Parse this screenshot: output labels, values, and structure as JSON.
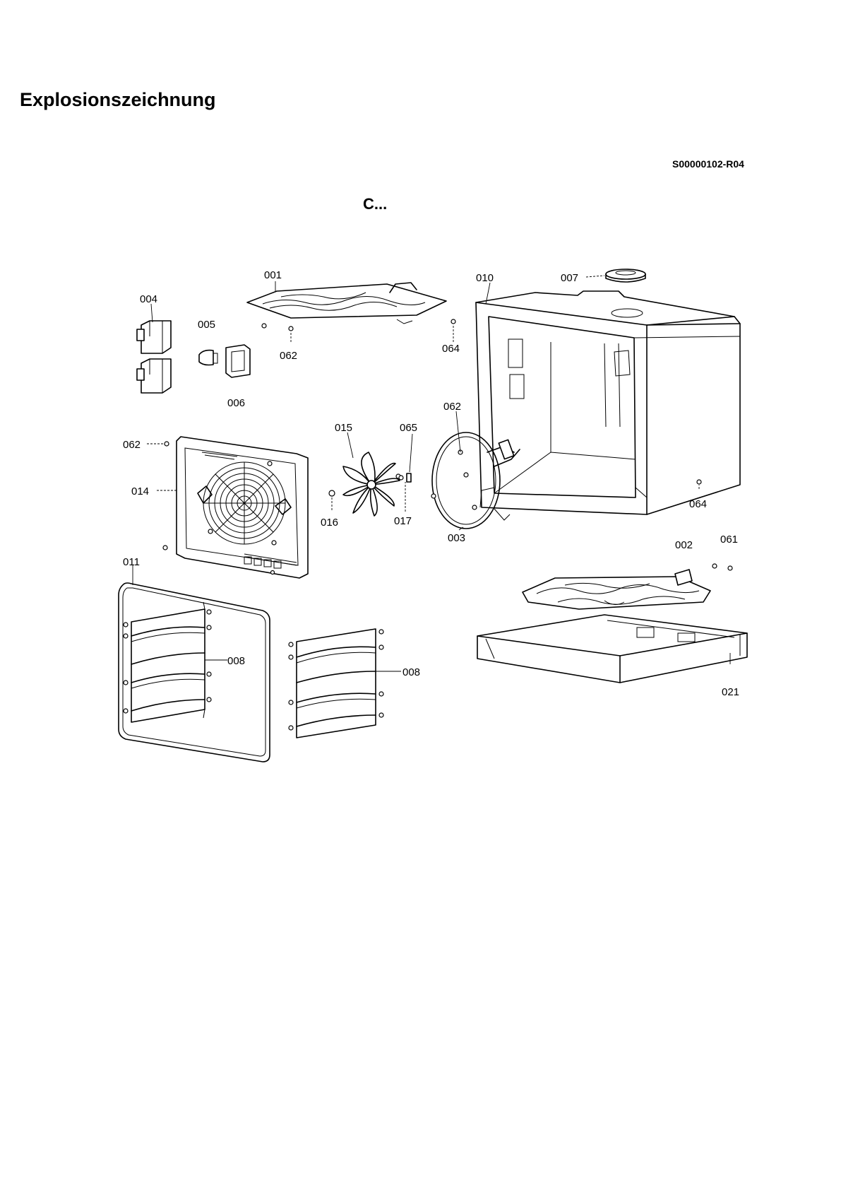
{
  "header": {
    "title": "Explosionszeichnung",
    "document_id": "S00000102-R04",
    "model": "C..."
  },
  "diagram": {
    "parts": [
      {
        "key": "001",
        "label": "001"
      },
      {
        "key": "004",
        "label": "004"
      },
      {
        "key": "005",
        "label": "005"
      },
      {
        "key": "062_top",
        "label": "062"
      },
      {
        "key": "064_top",
        "label": "064"
      },
      {
        "key": "010",
        "label": "010"
      },
      {
        "key": "007",
        "label": "007"
      },
      {
        "key": "006",
        "label": "006"
      },
      {
        "key": "062_ring",
        "label": "062"
      },
      {
        "key": "015",
        "label": "015"
      },
      {
        "key": "065",
        "label": "065"
      },
      {
        "key": "062_panel",
        "label": "062"
      },
      {
        "key": "014",
        "label": "014"
      },
      {
        "key": "016",
        "label": "016"
      },
      {
        "key": "017",
        "label": "017"
      },
      {
        "key": "003",
        "label": "003"
      },
      {
        "key": "064_right",
        "label": "064"
      },
      {
        "key": "002",
        "label": "002"
      },
      {
        "key": "061",
        "label": "061"
      },
      {
        "key": "011",
        "label": "011"
      },
      {
        "key": "008_left",
        "label": "008"
      },
      {
        "key": "008_right",
        "label": "008"
      },
      {
        "key": "021",
        "label": "021"
      }
    ]
  }
}
